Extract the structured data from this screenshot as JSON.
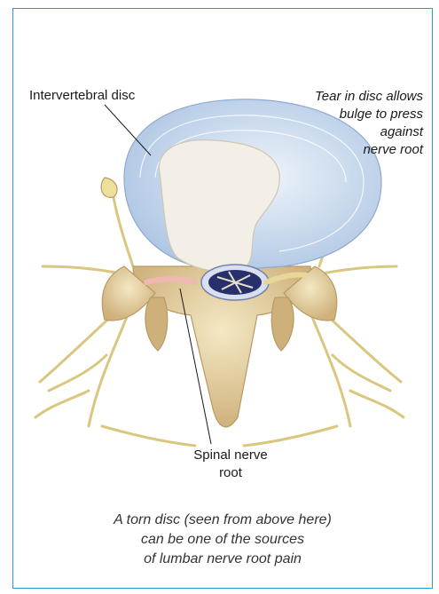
{
  "labels": {
    "intervertebral_disc": "Intervertebral disc",
    "tear_lines": [
      "Tear in disc allows",
      "bulge to press",
      "against",
      "nerve root"
    ],
    "spinal_nerve_lines": [
      "Spinal nerve",
      "root"
    ]
  },
  "caption_lines": [
    "A torn disc (seen from above here)",
    "can be one of the sources",
    "of lumbar nerve root pain"
  ],
  "colors": {
    "border": "#2f9bd1",
    "bone": "#e8d7a8",
    "bone_shadow": "#c9b07a",
    "disc_ring": "#d6e3f2",
    "nucleus": "#f1ede6",
    "nerve": "#e6d79a",
    "spinal_cord": "#27306b"
  }
}
